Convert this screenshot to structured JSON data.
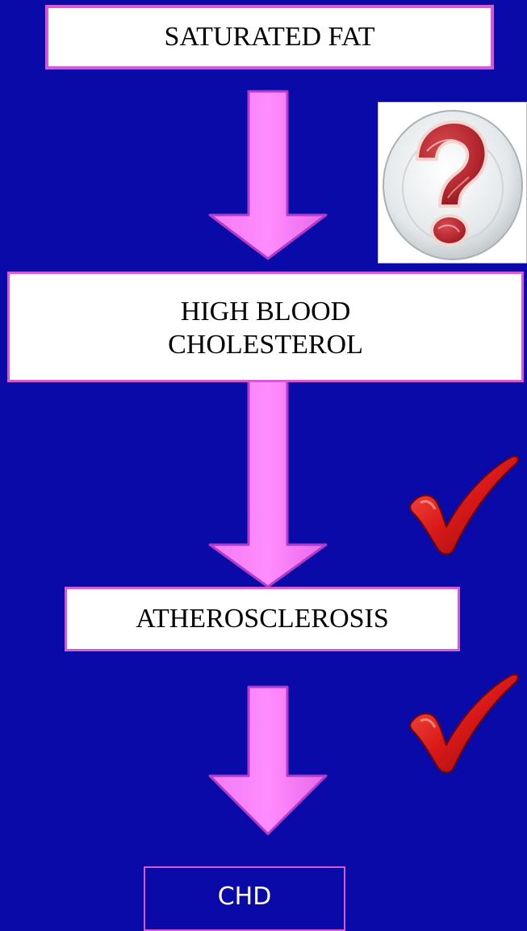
{
  "nodes": [
    {
      "id": "saturated-fat",
      "label": "SATURATED FAT"
    },
    {
      "id": "high-blood-cholesterol",
      "label_lines": [
        "HIGH BLOOD",
        "CHOLESTEROL"
      ]
    },
    {
      "id": "atherosclerosis",
      "label": "ATHEROSCLEROSIS"
    },
    {
      "id": "chd",
      "label": "CHD"
    }
  ],
  "edges": [
    {
      "from": "saturated-fat",
      "to": "high-blood-cholesterol"
    },
    {
      "from": "high-blood-cholesterol",
      "to": "atherosclerosis"
    },
    {
      "from": "atherosclerosis",
      "to": "chd"
    }
  ],
  "icons": {
    "photo": "meat-question-mark-image",
    "checks": [
      "checkmark-icon",
      "checkmark-icon"
    ]
  },
  "colors": {
    "background": "#0a0aa8",
    "arrow_fill": "#f476f4",
    "arrow_stroke": "#b03cc8",
    "box_border": "#d65ad6",
    "check_red": "#d81818"
  }
}
